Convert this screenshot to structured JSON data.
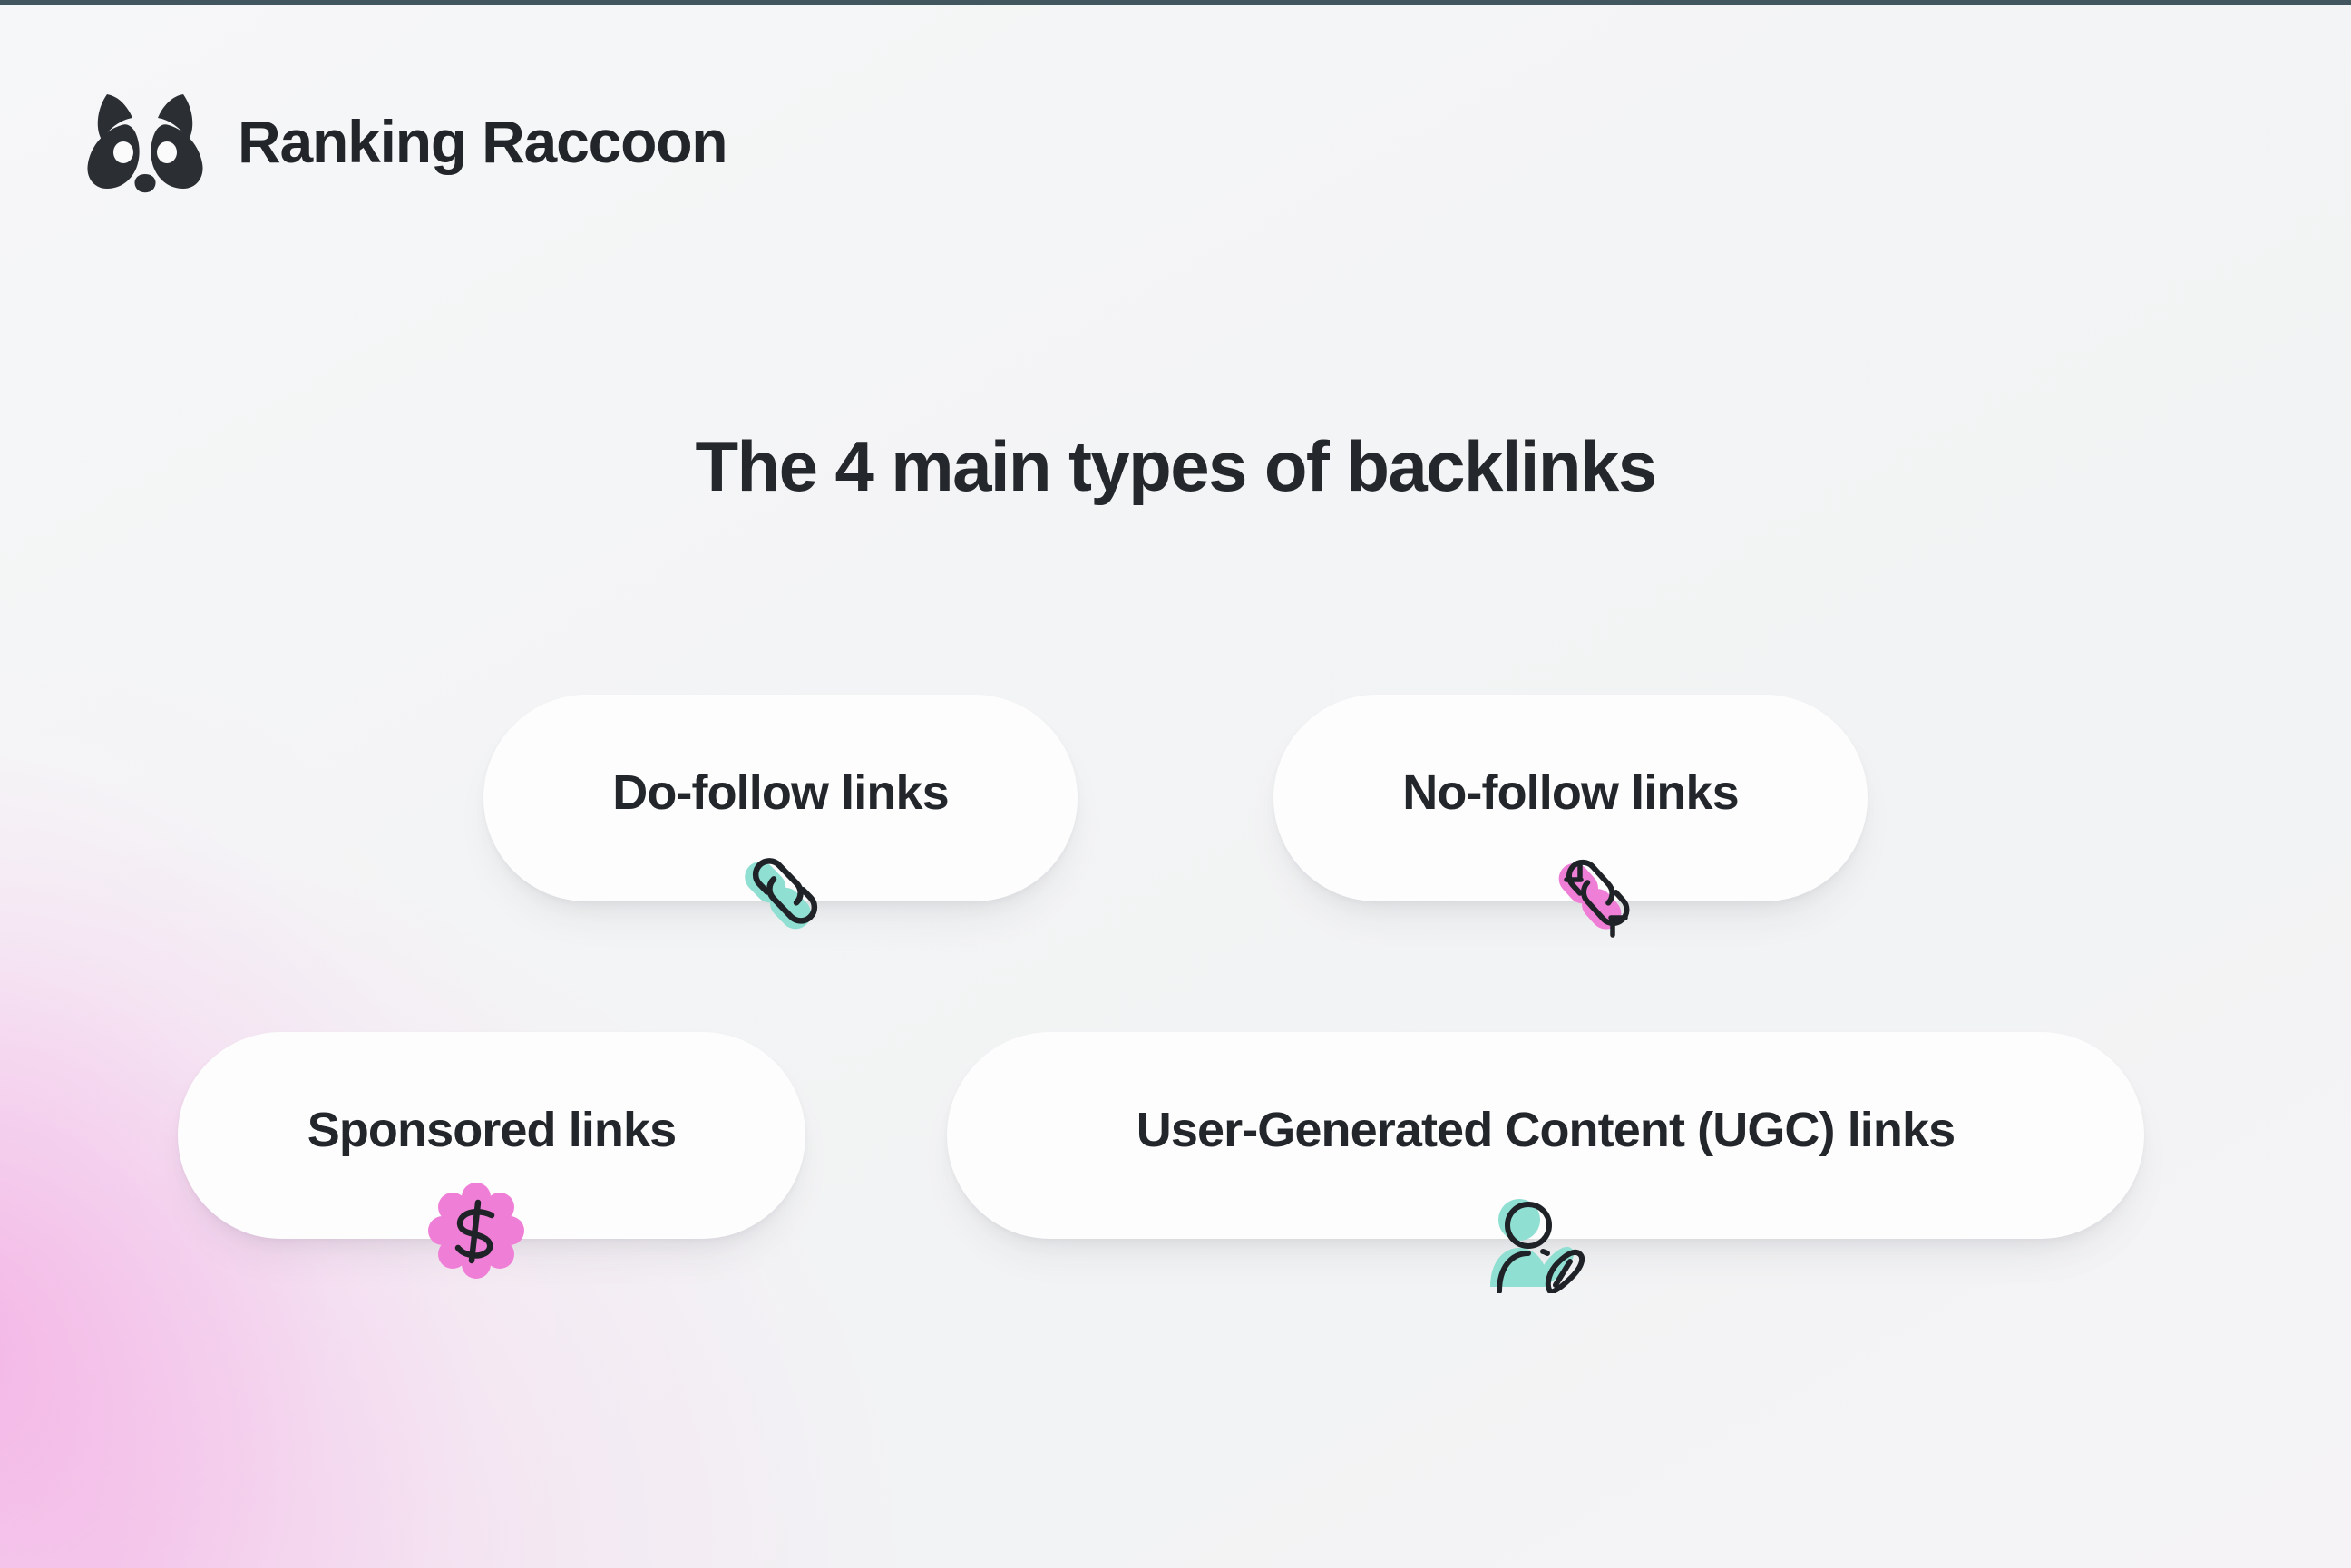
{
  "brand": {
    "name": "Ranking Raccoon",
    "logo_icon": "raccoon-face-icon"
  },
  "headline": "The 4 main types of backlinks",
  "cards": [
    {
      "label": "Do-follow links",
      "icon": "chain-link-icon",
      "icon_color": "#8FDFD2",
      "icon_outline": "#1f2328"
    },
    {
      "label": "No-follow links",
      "icon": "broken-chain-link-icon",
      "icon_color": "#EF7FD6",
      "icon_outline": "#1f2328"
    },
    {
      "label": "Sponsored links",
      "icon": "dollar-badge-icon",
      "icon_color": "#EF7FD6",
      "icon_outline": "#1f2328"
    },
    {
      "label": "User-Generated Content (UGC) links",
      "icon": "user-pencil-icon",
      "icon_color": "#8FDFD2",
      "icon_outline": "#1f2328"
    }
  ],
  "colors": {
    "teal": "#8FDFD2",
    "pink": "#EF7FD6",
    "text": "#23262b",
    "card_bg": "#fdfdfd",
    "page_bg": "#f4f5f6",
    "topbar": "#41565f",
    "glow_pink": "#f3a4e1"
  }
}
